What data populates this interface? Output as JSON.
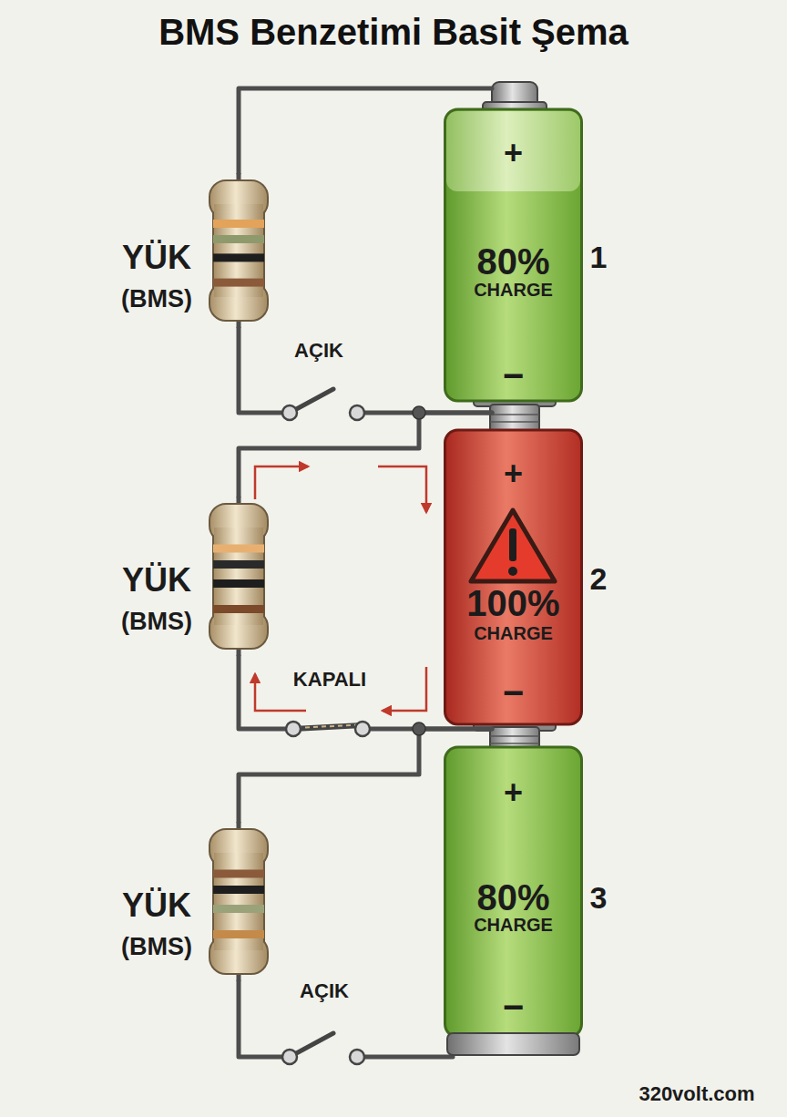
{
  "diagram": {
    "title": "BMS Benzetimi Basit Şema",
    "nodes": [
      {
        "text": [
          "+",
          "80%",
          "CHARGE",
          "−"
        ]
      },
      {
        "text": [
          "YÜK",
          "(BMS)"
        ]
      },
      {
        "text": [
          "+",
          "100%",
          "CHARGE",
          "−"
        ]
      },
      {
        "text": [
          "YÜK",
          "(BMS)"
        ]
      },
      {
        "text": [
          "+",
          "80%",
          "CHARGE",
          "−"
        ]
      },
      {
        "text": [
          "YÜK",
          "(BMS)"
        ]
      }
    ],
    "edges": [
      {
        "from": 1,
        "to": 0,
        "arrow": "none"
      },
      {
        "from": 1,
        "to": 0,
        "label": "AÇIK",
        "arrow": "none"
      },
      {
        "from": 3,
        "to": 2,
        "arrow": "none"
      },
      {
        "from": 3,
        "to": 2,
        "label": "KAPALI",
        "arrow": "none"
      },
      {
        "from": 5,
        "to": 4,
        "arrow": "none"
      },
      {
        "from": 5,
        "to": 4,
        "label": "AÇIK",
        "arrow": "none"
      }
    ],
    "labels": [
      "1",
      "2",
      "3",
      "320volt.com"
    ]
  }
}
